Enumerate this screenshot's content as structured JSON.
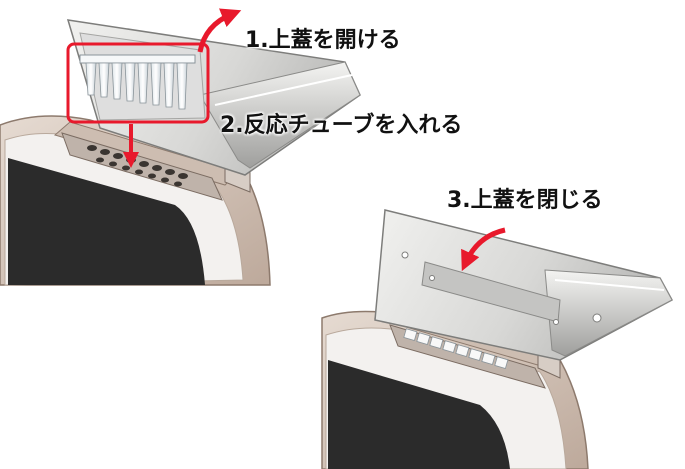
{
  "steps": [
    {
      "label": "1.上蓋を開ける"
    },
    {
      "label": "2.反応チューブを入れる"
    },
    {
      "label": "3.上蓋を閉じる"
    }
  ],
  "colors": {
    "arrow": "#e8192c",
    "highlight_box": "#e8192c",
    "body_beige": "#d2c3b7",
    "body_edge": "#8d7a6d",
    "screen": "#2b2b2b",
    "lid_metal": "#c8c8c6",
    "lid_light": "#eeeeec"
  }
}
